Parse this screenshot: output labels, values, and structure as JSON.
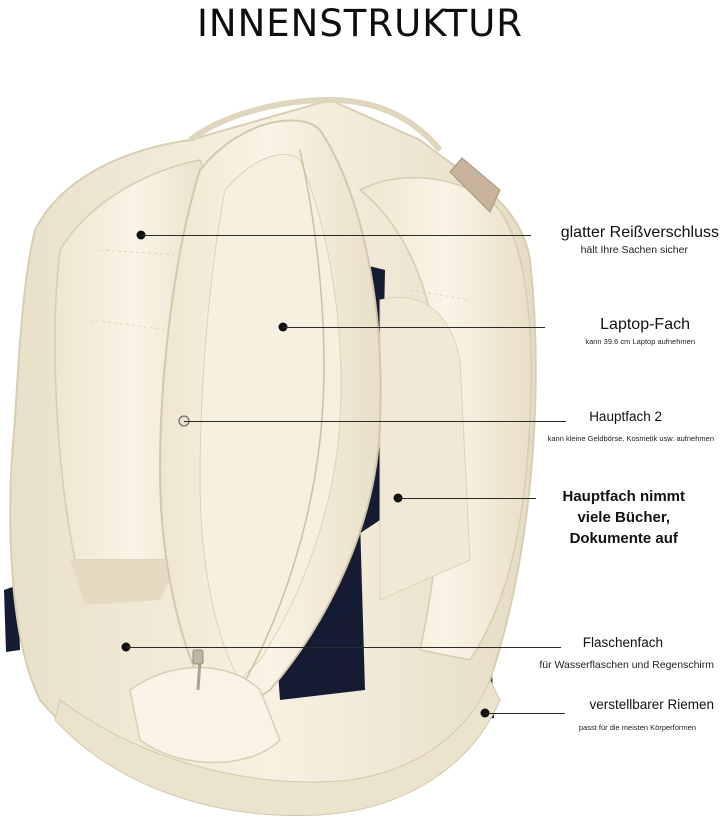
{
  "page": {
    "title": "INNENSTRUKTUR"
  },
  "colors": {
    "canvas": "#f3ecda",
    "canvas_shadow": "#d9cfb6",
    "navy": "#151b33",
    "leather": "#c8b49e"
  },
  "callouts": [
    {
      "title": "glatter Reißverschluss",
      "subtitle": "hält Ihre Sachen sicher"
    },
    {
      "title": "Laptop-Fach",
      "subtitle": "kann 39.6 cm Laptop aufnehmen"
    },
    {
      "title": "Hauptfach 2",
      "subtitle": "kann kleine Geldbörse, Kosmetik usw. aufnehmen"
    },
    {
      "title_lines": [
        "Hauptfach nimmt",
        "viele Bücher,",
        "Dokumente auf"
      ]
    },
    {
      "title": "Flaschenfach",
      "subtitle": "für Wasserflaschen und Regenschirm"
    },
    {
      "title": "verstellbarer Riemen",
      "subtitle": "passt für die meisten Körperformen"
    }
  ]
}
